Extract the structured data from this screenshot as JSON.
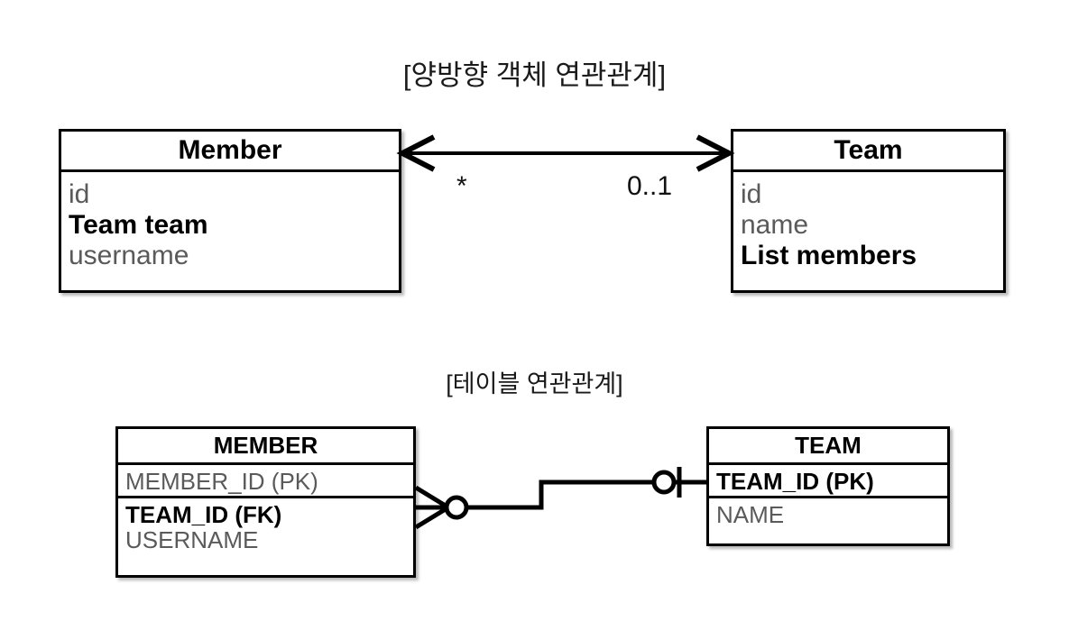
{
  "diagram": {
    "type": "uml-class-and-erd",
    "background_color": "#ffffff",
    "line_color": "#000000",
    "attribute_color": "#5a5a5a",
    "sections": [
      {
        "title": "[양방향 객체 연관관계]",
        "kind": "object-association"
      },
      {
        "title": "[테이블 연관관계]",
        "kind": "table-association"
      }
    ]
  },
  "object_model": {
    "title": "[양방향 객체 연관관계]",
    "classes": [
      {
        "name": "Member",
        "attributes": [
          {
            "text": "id",
            "bold": false
          },
          {
            "text": "Team team",
            "bold": true
          },
          {
            "text": "username",
            "bold": false
          }
        ]
      },
      {
        "name": "Team",
        "attributes": [
          {
            "text": "id",
            "bold": false
          },
          {
            "text": "name",
            "bold": false
          },
          {
            "text": "List members",
            "bold": true
          }
        ]
      }
    ],
    "association": {
      "style": "bidirectional-double-arrow",
      "source": "Member",
      "target": "Team",
      "source_multiplicity": "*",
      "target_multiplicity": "0..1"
    }
  },
  "table_model": {
    "title": "[테이블 연관관계]",
    "tables": [
      {
        "name": "MEMBER",
        "sections": [
          [
            {
              "text": "MEMBER_ID (PK)",
              "bold": false
            }
          ],
          [
            {
              "text": "TEAM_ID (FK)",
              "bold": true
            },
            {
              "text": "USERNAME",
              "bold": false
            }
          ]
        ]
      },
      {
        "name": "TEAM",
        "sections": [
          [
            {
              "text": "TEAM_ID (PK)",
              "bold": true
            }
          ],
          [
            {
              "text": "NAME",
              "bold": false
            }
          ]
        ]
      }
    ],
    "relationship": {
      "notation": "crows-foot",
      "left_end": "zero-or-many",
      "right_end": "zero-or-one",
      "left_table": "MEMBER",
      "left_column": "TEAM_ID (FK)",
      "right_table": "TEAM",
      "right_column": "TEAM_ID (PK)"
    }
  }
}
